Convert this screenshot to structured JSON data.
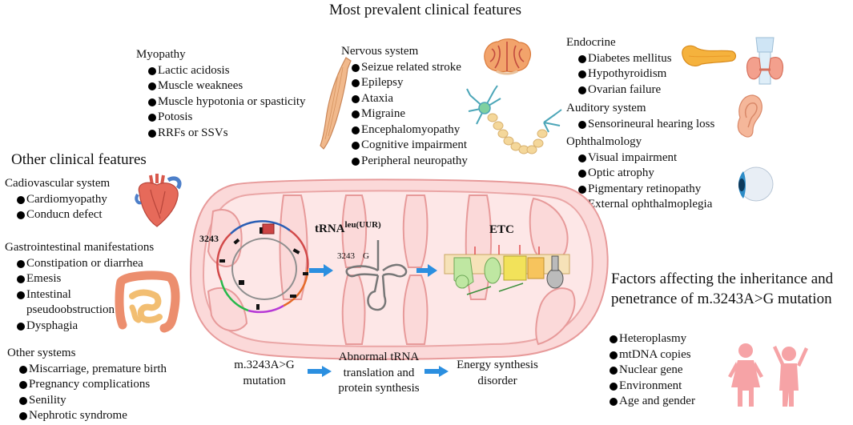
{
  "title": "Most prevalent clinical features",
  "myopathy": {
    "heading": "Myopathy",
    "items": [
      "Lactic acidosis",
      "Muscle weaknees",
      "Muscle hypotonia or spasticity",
      "Potosis",
      "RRFs or SSVs"
    ]
  },
  "nervous": {
    "heading": "Nervous system",
    "items": [
      "Seizue related stroke",
      "Epilepsy",
      "Ataxia",
      "Migraine",
      "Encephalomyopathy",
      "Cognitive impairment",
      "Peripheral neuropathy"
    ]
  },
  "endocrine": {
    "heading": "Endocrine",
    "items": [
      "Diabetes mellitus",
      "Hypothyroidism",
      "Ovarian failure"
    ]
  },
  "auditory": {
    "heading": "Auditory system",
    "items": [
      "Sensorineural hearing loss"
    ]
  },
  "ophthalmology": {
    "heading": "Ophthalmology",
    "items": [
      "Visual impairment",
      "Optic atrophy",
      "Pigmentary retinopathy",
      "External ophthalmoplegia"
    ]
  },
  "other_title": "Other clinical features",
  "cardio": {
    "heading": "Cadiovascular system",
    "items": [
      "Cardiomyopathy",
      "Conducn defect"
    ]
  },
  "gastro": {
    "heading": "Gastrointestinal manifestations",
    "items": [
      "Constipation or diarrhea",
      "Emesis",
      "Intestinal",
      "pseudoobstruction",
      "Dysphagia"
    ]
  },
  "other_systems": {
    "heading": "Other systems",
    "items": [
      "Miscarriage, premature birth",
      "Pregnancy complications",
      "Senility",
      "Nephrotic syndrome"
    ]
  },
  "mito": {
    "label_3243": "3243",
    "trna_main": "tRNA",
    "trna_sup": "leu(UUR)",
    "stem_label": "3243",
    "stem_base": "G",
    "etc": "ETC"
  },
  "flow": {
    "step1": [
      "m.3243A>G",
      "mutation"
    ],
    "step2": [
      "Abnormal tRNA",
      "translation and",
      "protein synthesis"
    ],
    "step3": [
      "Energy synthesis",
      "disorder"
    ]
  },
  "factors": {
    "title": [
      "Factors affecting the inheritance and",
      "penetrance of m.3243A>G mutation"
    ],
    "items": [
      "Heteroplasmy",
      "mtDNA copies",
      "Nuclear gene",
      "Environment",
      "Age and gender"
    ]
  },
  "colors": {
    "mito_fill": "#fbd9d9",
    "mito_stroke": "#e79a9a",
    "arrow": "#2b8fe0",
    "figure": "#f6a3a6"
  },
  "icons": [
    "muscle-icon",
    "brain-icon",
    "neuron-icon",
    "pancreas-icon",
    "thyroid-icon",
    "ear-icon",
    "eye-icon",
    "heart-icon",
    "intestine-icon",
    "people-icon"
  ]
}
